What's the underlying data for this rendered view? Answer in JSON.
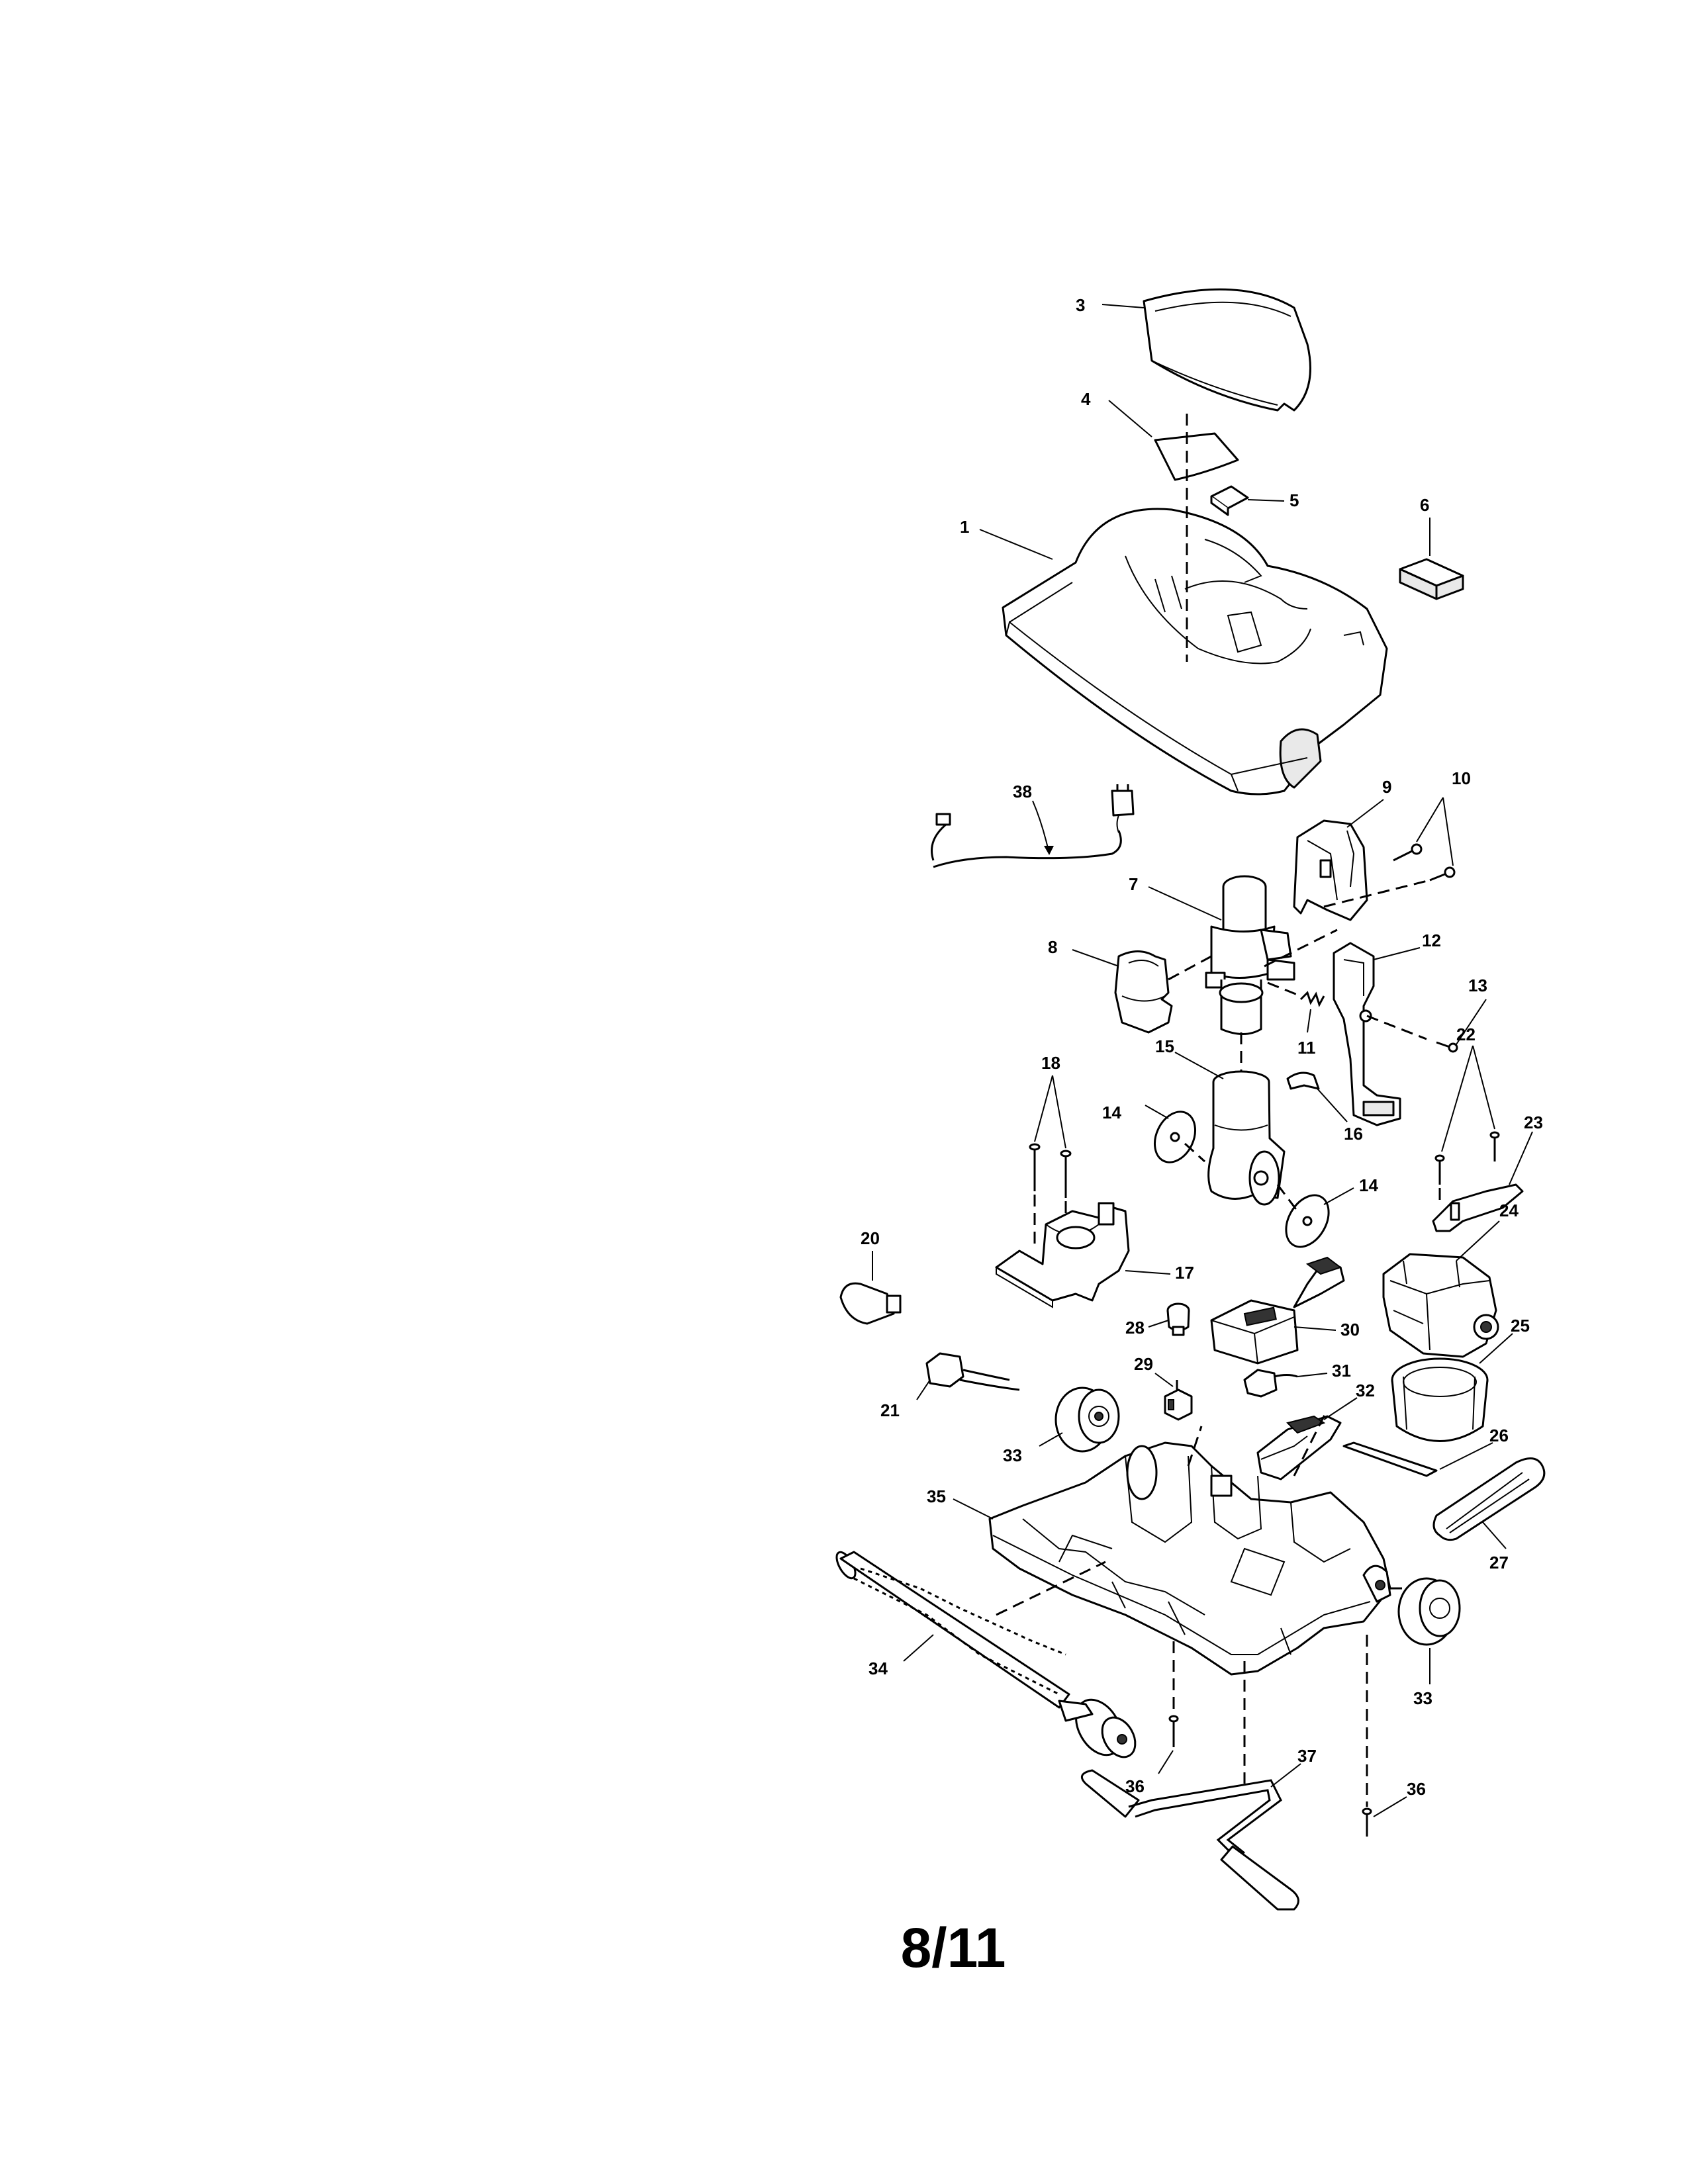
{
  "page_number": "8/11",
  "callouts": {
    "c1": "1",
    "c3": "3",
    "c4": "4",
    "c5": "5",
    "c6": "6",
    "c7": "7",
    "c8": "8",
    "c9": "9",
    "c10": "10",
    "c11": "11",
    "c12": "12",
    "c13": "13",
    "c14a": "14",
    "c14b": "14",
    "c15": "15",
    "c16": "16",
    "c17": "17",
    "c18": "18",
    "c20": "20",
    "c21": "21",
    "c22": "22",
    "c23": "23",
    "c24": "24",
    "c25": "25",
    "c26": "26",
    "c27": "27",
    "c28": "28",
    "c29": "29",
    "c30": "30",
    "c31": "31",
    "c32": "32",
    "c33a": "33",
    "c33b": "33",
    "c34": "34",
    "c35": "35",
    "c36a": "36",
    "c36b": "36",
    "c37": "37",
    "c38": "38"
  }
}
